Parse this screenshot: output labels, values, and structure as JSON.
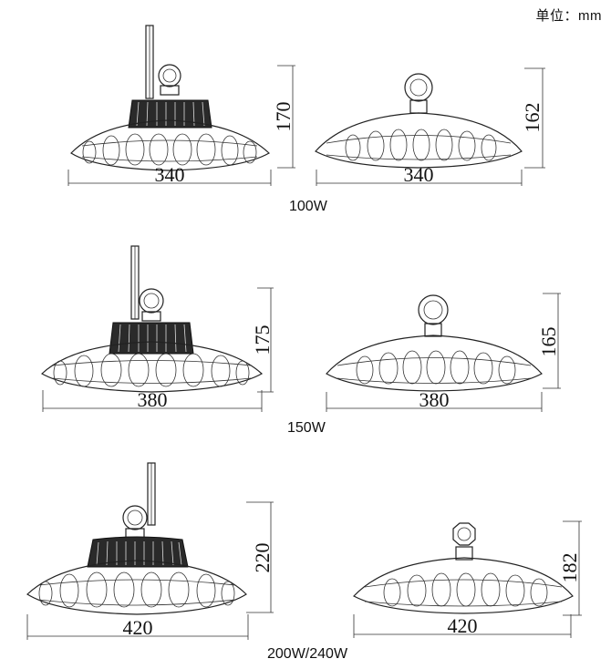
{
  "unit_label": "单位：mm",
  "groups": [
    {
      "caption": "100W",
      "side_width": "340",
      "side_height": "170",
      "rear_width": "340",
      "rear_height": "162"
    },
    {
      "caption": "150W",
      "side_width": "380",
      "side_height": "175",
      "rear_width": "380",
      "rear_height": "165"
    },
    {
      "caption": "200W/240W",
      "side_width": "420",
      "side_height": "220",
      "rear_width": "420",
      "rear_height": "182"
    }
  ]
}
